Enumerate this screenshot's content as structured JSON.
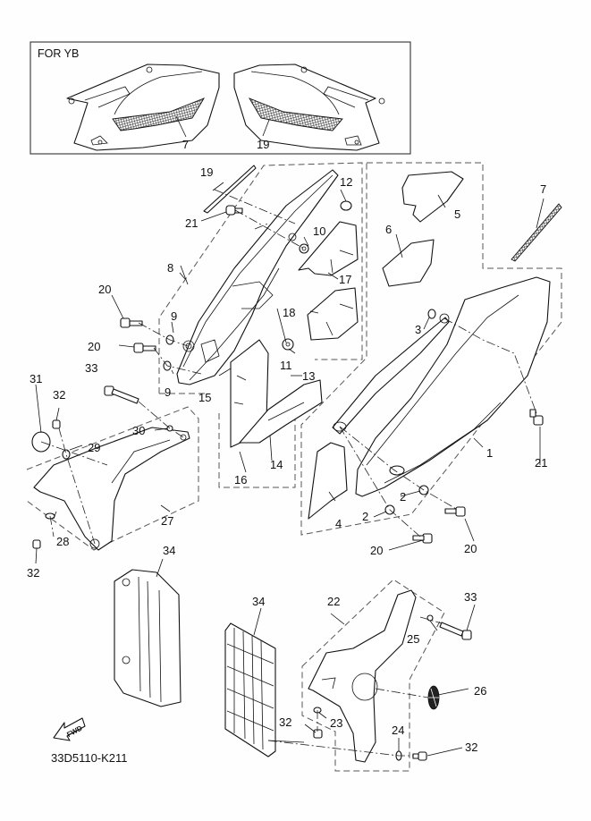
{
  "diagram": {
    "type": "exploded-parts-diagram",
    "drawing_code": "33D5110-K211",
    "fwd_label": "FWD",
    "inset": {
      "title": "FOR YB",
      "callouts": [
        "7",
        "19"
      ]
    },
    "callouts": {
      "c1": "1",
      "c2a": "2",
      "c2b": "2",
      "c3": "3",
      "c4": "4",
      "c5": "5",
      "c6": "6",
      "c7": "7",
      "c8": "8",
      "c9a": "9",
      "c9b": "9",
      "c10": "10",
      "c11": "11",
      "c12": "12",
      "c13": "13",
      "c14": "14",
      "c15": "15",
      "c16": "16",
      "c17": "17",
      "c18": "18",
      "c19": "19",
      "c20a": "20",
      "c20b": "20",
      "c20c": "20",
      "c20d": "20",
      "c21a": "21",
      "c21b": "21",
      "c22": "22",
      "c23": "23",
      "c24": "24",
      "c25": "25",
      "c26": "26",
      "c27": "27",
      "c28": "28",
      "c29": "29",
      "c30": "30",
      "c31": "31",
      "c32a": "32",
      "c32b": "32",
      "c32c": "32",
      "c32d": "32",
      "c33a": "33",
      "c33b": "33",
      "c34a": "34",
      "c34b": "34"
    }
  }
}
